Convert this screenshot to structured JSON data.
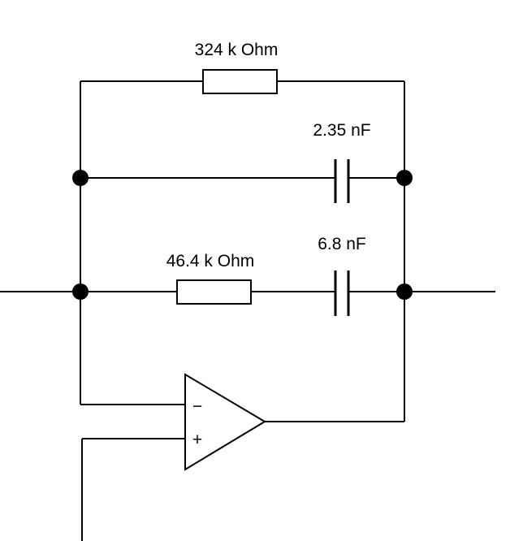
{
  "components": {
    "r_feedback": {
      "value": "324 k Ohm"
    },
    "c_feedback": {
      "value": "2.35 nF"
    },
    "r_input": {
      "value": "46.4 k Ohm"
    },
    "c_input": {
      "value": "6.8 nF"
    }
  },
  "opamp": {
    "inverting_symbol": "−",
    "noninverting_symbol": "+"
  },
  "colors": {
    "line": "#000000",
    "background": "#ffffff"
  }
}
